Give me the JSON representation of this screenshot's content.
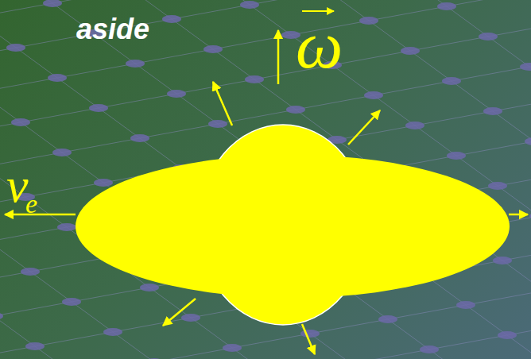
{
  "diagram": {
    "labels": [
      "aside",
      "ω",
      "ν",
      "e"
    ]
  }
}
